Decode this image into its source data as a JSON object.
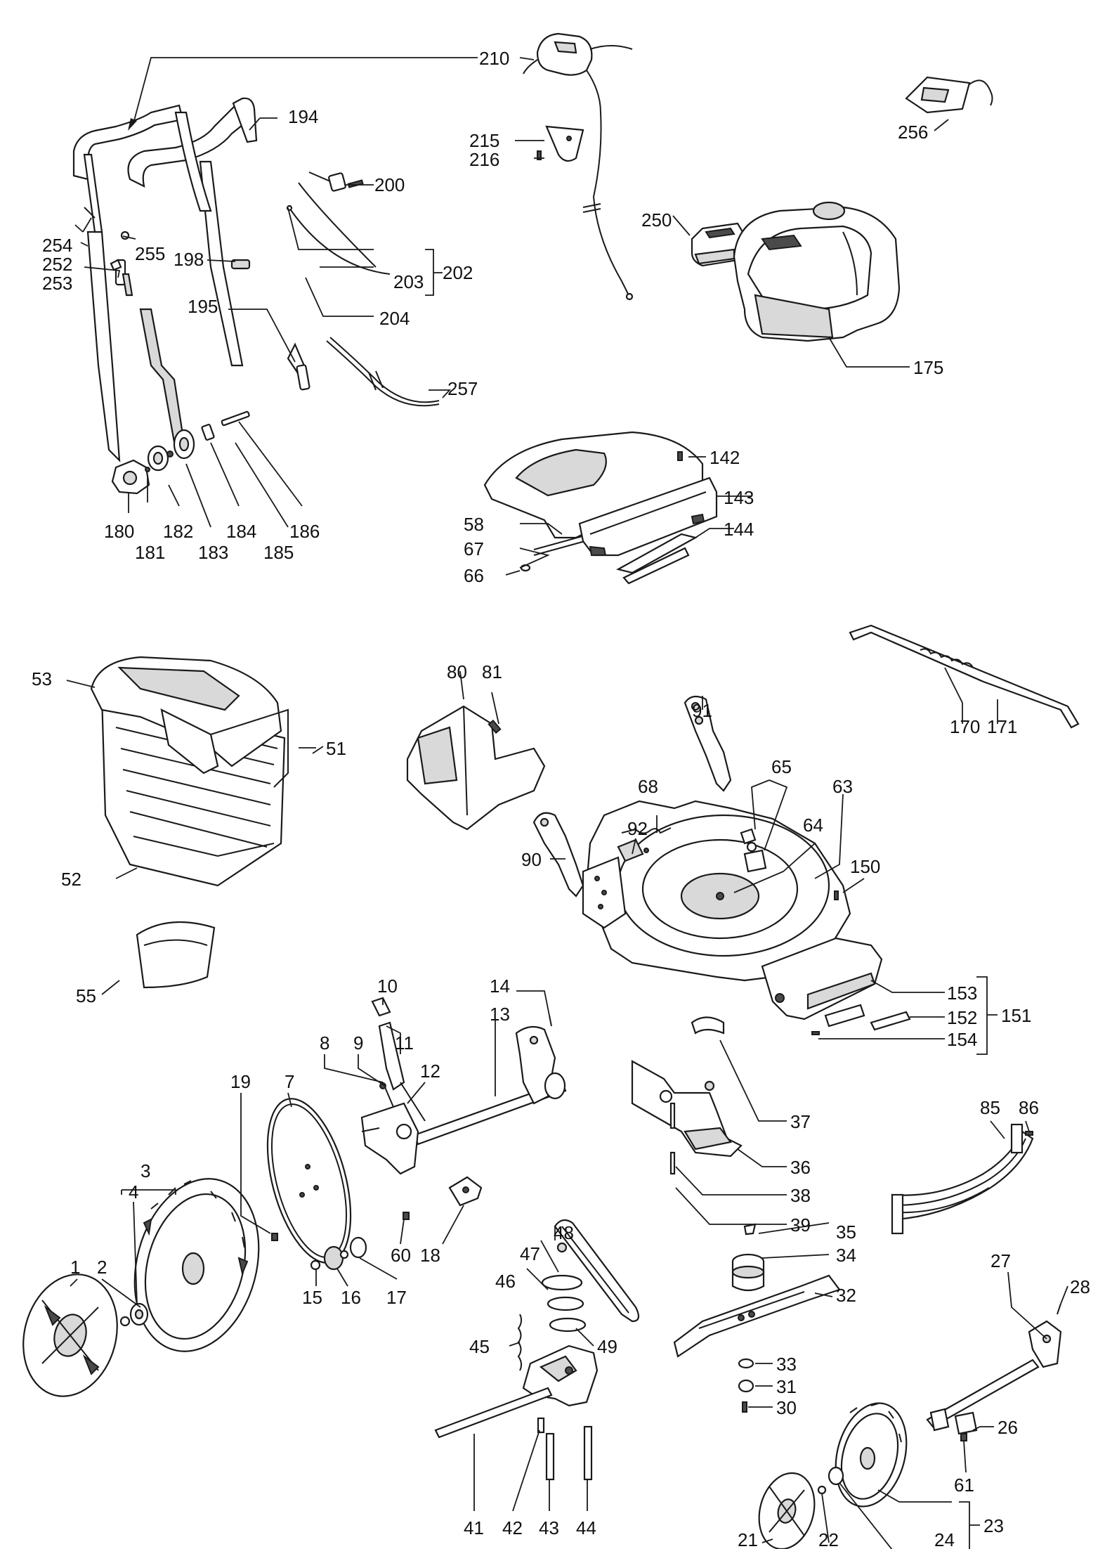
{
  "labels": {
    "l210": "210",
    "l194": "194",
    "l215": "215",
    "l216": "216",
    "l200": "200",
    "l256": "256",
    "l250": "250",
    "l254": "254",
    "l255": "255",
    "l198": "198",
    "l202": "202",
    "l252": "252",
    "l253": "253",
    "l203": "203",
    "l195": "195",
    "l204": "204",
    "l175": "175",
    "l257": "257",
    "l142": "142",
    "l143": "143",
    "l180": "180",
    "l181": "181",
    "l182": "182",
    "l183": "183",
    "l184": "184",
    "l185": "185",
    "l186": "186",
    "l58": "58",
    "l144": "144",
    "l67": "67",
    "l66": "66",
    "l53": "53",
    "l80": "80",
    "l81": "81",
    "l51": "51",
    "l91": "91",
    "l170": "170",
    "l171": "171",
    "l65": "65",
    "l68": "68",
    "l63": "63",
    "l64": "64",
    "l92": "92",
    "l90": "90",
    "l150": "150",
    "l52": "52",
    "l55": "55",
    "l10": "10",
    "l14": "14",
    "l13": "13",
    "l153": "153",
    "l151": "151",
    "l152": "152",
    "l154": "154",
    "l8": "8",
    "l9": "9",
    "l11": "11",
    "l12": "12",
    "l19": "19",
    "l7": "7",
    "l37": "37",
    "l85": "85",
    "l86": "86",
    "l36": "36",
    "l38": "38",
    "l3": "3",
    "l4": "4",
    "l39": "39",
    "l60": "60",
    "l18": "18",
    "l48": "48",
    "l35": "35",
    "l47": "47",
    "l46": "46",
    "l34": "34",
    "l1": "1",
    "l2": "2",
    "l15": "15",
    "l16": "16",
    "l17": "17",
    "l32": "32",
    "l27": "27",
    "l28": "28",
    "l45": "45",
    "l49": "49",
    "l33": "33",
    "l31": "31",
    "l30": "30",
    "l26": "26",
    "l61": "61",
    "l41": "41",
    "l42": "42",
    "l43": "43",
    "l44": "44",
    "l23": "23",
    "l21": "21",
    "l22": "22",
    "l24": "24"
  }
}
